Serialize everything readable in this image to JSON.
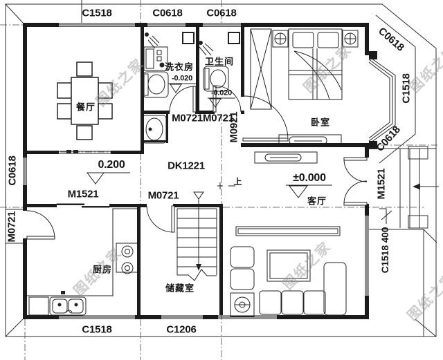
{
  "watermark": {
    "text": "图纸之家"
  },
  "rooms": {
    "dining": "餐厅",
    "laundry": "洗衣房",
    "bathroom": "卫生间",
    "bedroom": "卧室",
    "kitchen": "厨房",
    "storage": "储藏室",
    "living": "客厅",
    "corridor_code": "DK1221"
  },
  "windows": {
    "top": [
      {
        "code": "C1518"
      },
      {
        "code": "C0618"
      },
      {
        "code": "C0618"
      }
    ],
    "bottom": [
      {
        "code": "C1518"
      },
      {
        "code": "C1206"
      }
    ],
    "left": {
      "code": "C0618"
    },
    "living_right": {
      "code": "C1518 400"
    },
    "bay": {
      "top": "C0618",
      "middle": "C1518",
      "bottom": "C0618"
    }
  },
  "doors": {
    "kitchen_exterior": "M0721",
    "kitchen_slider": "M1521",
    "storage": "M0721",
    "laundry_bath_pair": "M0721M0721",
    "bedroom": "M0921",
    "entrance": "M1521"
  },
  "levels": {
    "hallway": "0.200",
    "laundry": "-0.020",
    "bathroom": "-0.020",
    "living": "±0.000"
  },
  "stairs": {
    "up_label": "上"
  }
}
